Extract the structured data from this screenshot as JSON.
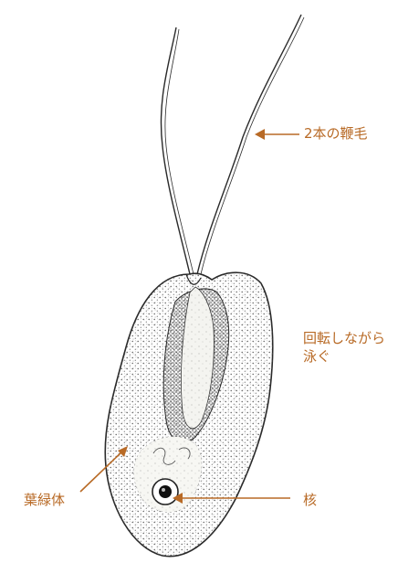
{
  "labels": {
    "flagella": "2本の鞭毛",
    "swim_line1": "回転しながら",
    "swim_line2": "泳ぐ",
    "chloroplast": "葉緑体",
    "nucleus": "核"
  },
  "colors": {
    "label": "#b86a26",
    "arrow": "#b86a26",
    "outline": "#2a2a2a",
    "stipple": "#555555",
    "background": "#ffffff"
  }
}
